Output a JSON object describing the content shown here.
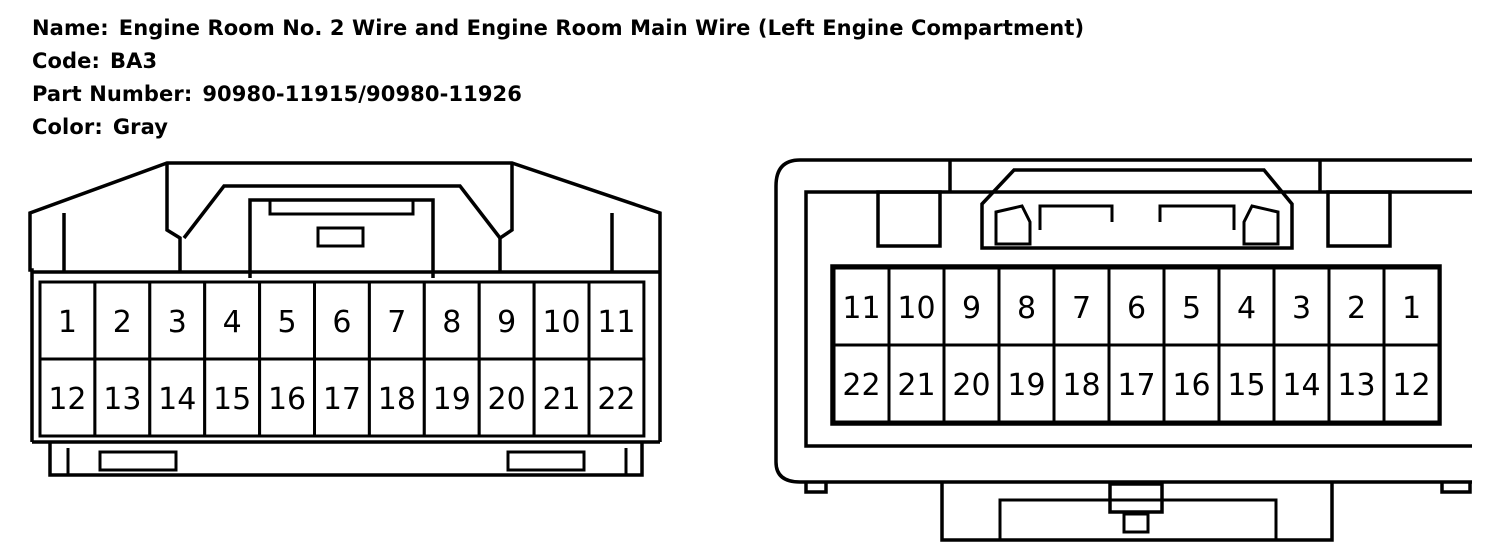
{
  "info": {
    "name_label": "Name:",
    "name_value": "Engine Room No. 2 Wire and Engine Room Main Wire (Left Engine Compartment)",
    "code_label": "Code:",
    "code_value": "BA3",
    "part_label": "Part Number:",
    "part_value": "90980-11915/90980-11926",
    "color_label": "Color:",
    "color_value": "Gray"
  },
  "connectors": {
    "left": {
      "rows": [
        [
          "1",
          "2",
          "3",
          "4",
          "5",
          "6",
          "7",
          "8",
          "9",
          "10",
          "11"
        ],
        [
          "12",
          "13",
          "14",
          "15",
          "16",
          "17",
          "18",
          "19",
          "20",
          "21",
          "22"
        ]
      ]
    },
    "right": {
      "rows": [
        [
          "11",
          "10",
          "9",
          "8",
          "7",
          "6",
          "5",
          "4",
          "3",
          "2",
          "1"
        ],
        [
          "22",
          "21",
          "20",
          "19",
          "18",
          "17",
          "16",
          "15",
          "14",
          "13",
          "12"
        ]
      ]
    }
  }
}
